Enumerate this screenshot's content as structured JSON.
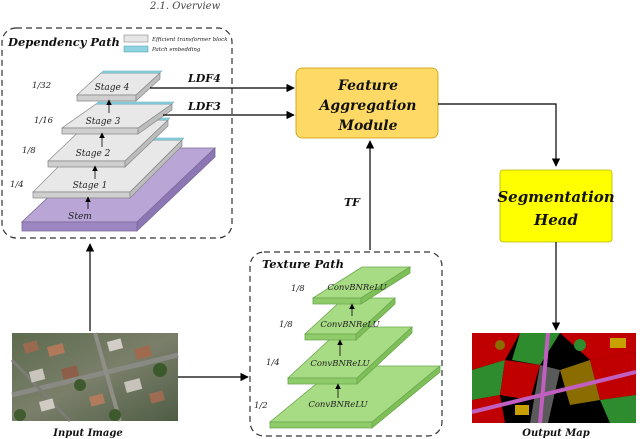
{
  "header": {
    "section_title": "2.1. Overview"
  },
  "dependency_path": {
    "title": "Dependency Path",
    "legend": [
      {
        "label": "Efficient transformer block",
        "color": "#e6e6e6"
      },
      {
        "label": "Patch embedding",
        "color": "#8fd3e0"
      }
    ],
    "scales": [
      "1/32",
      "1/16",
      "1/8",
      "1/4"
    ],
    "stages": [
      "Stage 4",
      "Stage 3",
      "Stage 2",
      "Stage 1"
    ],
    "stem": "Stem",
    "colors": {
      "stage_fill": "#e8e8e8",
      "stage_band": "#8fd3e0",
      "stem_fill": "#b9a6d6"
    }
  },
  "texture_path": {
    "title": "Texture Path",
    "layers": [
      {
        "scale": "1/8",
        "label": "ConvBNReLU"
      },
      {
        "scale": "1/8",
        "label": "ConvBNReLU"
      },
      {
        "scale": "1/4",
        "label": "ConvBNReLU"
      },
      {
        "scale": "1/2",
        "label": "ConvBNReLU"
      }
    ],
    "colors": {
      "fill": "#a8dc84"
    }
  },
  "flows": {
    "ldf4": "LDF4",
    "ldf3": "LDF3",
    "tf": "TF"
  },
  "fam": {
    "lines": [
      "Feature",
      "Aggregation",
      "Module"
    ],
    "color": "#ffd966"
  },
  "seg_head": {
    "lines": [
      "Segmentation",
      "Head"
    ],
    "color": "#ffff00"
  },
  "captions": {
    "input": "Input Image",
    "output": "Output Map"
  }
}
